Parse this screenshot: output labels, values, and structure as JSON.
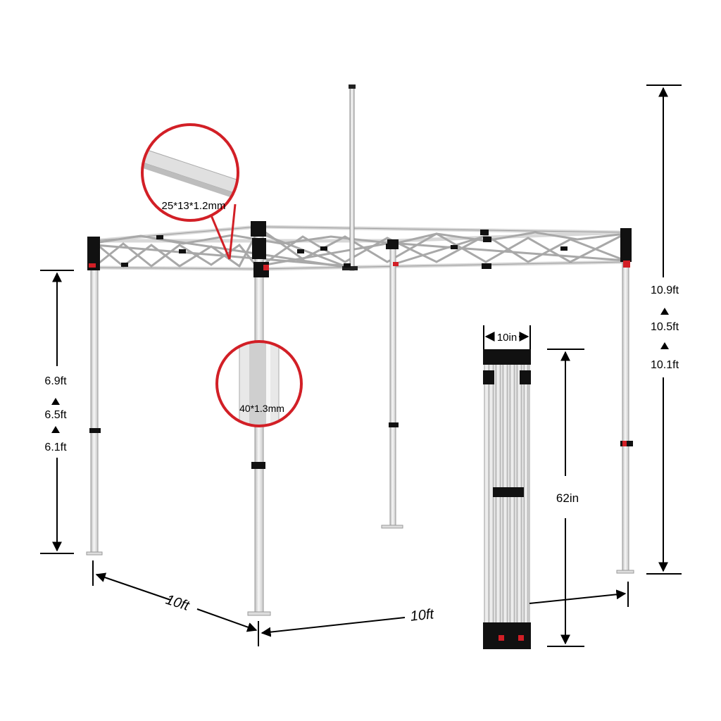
{
  "height_dims": {
    "side_values": [
      "6.9ft",
      "6.5ft",
      "6.1ft"
    ],
    "total_values": [
      "10.9ft",
      "10.5ft",
      "10.1ft"
    ]
  },
  "base_dims": {
    "depth": "10ft",
    "width": "10ft"
  },
  "callouts": {
    "truss_tube": "25*13*1.2mm",
    "leg_tube": "40*1.3mm"
  },
  "folded": {
    "width": "10in",
    "height": "62in"
  },
  "colors": {
    "frame": "#e6e6e6",
    "frame_outline": "#9a9a9a",
    "connector": "#111111",
    "accent_red": "#d21f26",
    "dimension_line": "#000000"
  },
  "icons": {
    "level_separator": "triangle-up",
    "dimension_terminal": "arrow-head"
  }
}
